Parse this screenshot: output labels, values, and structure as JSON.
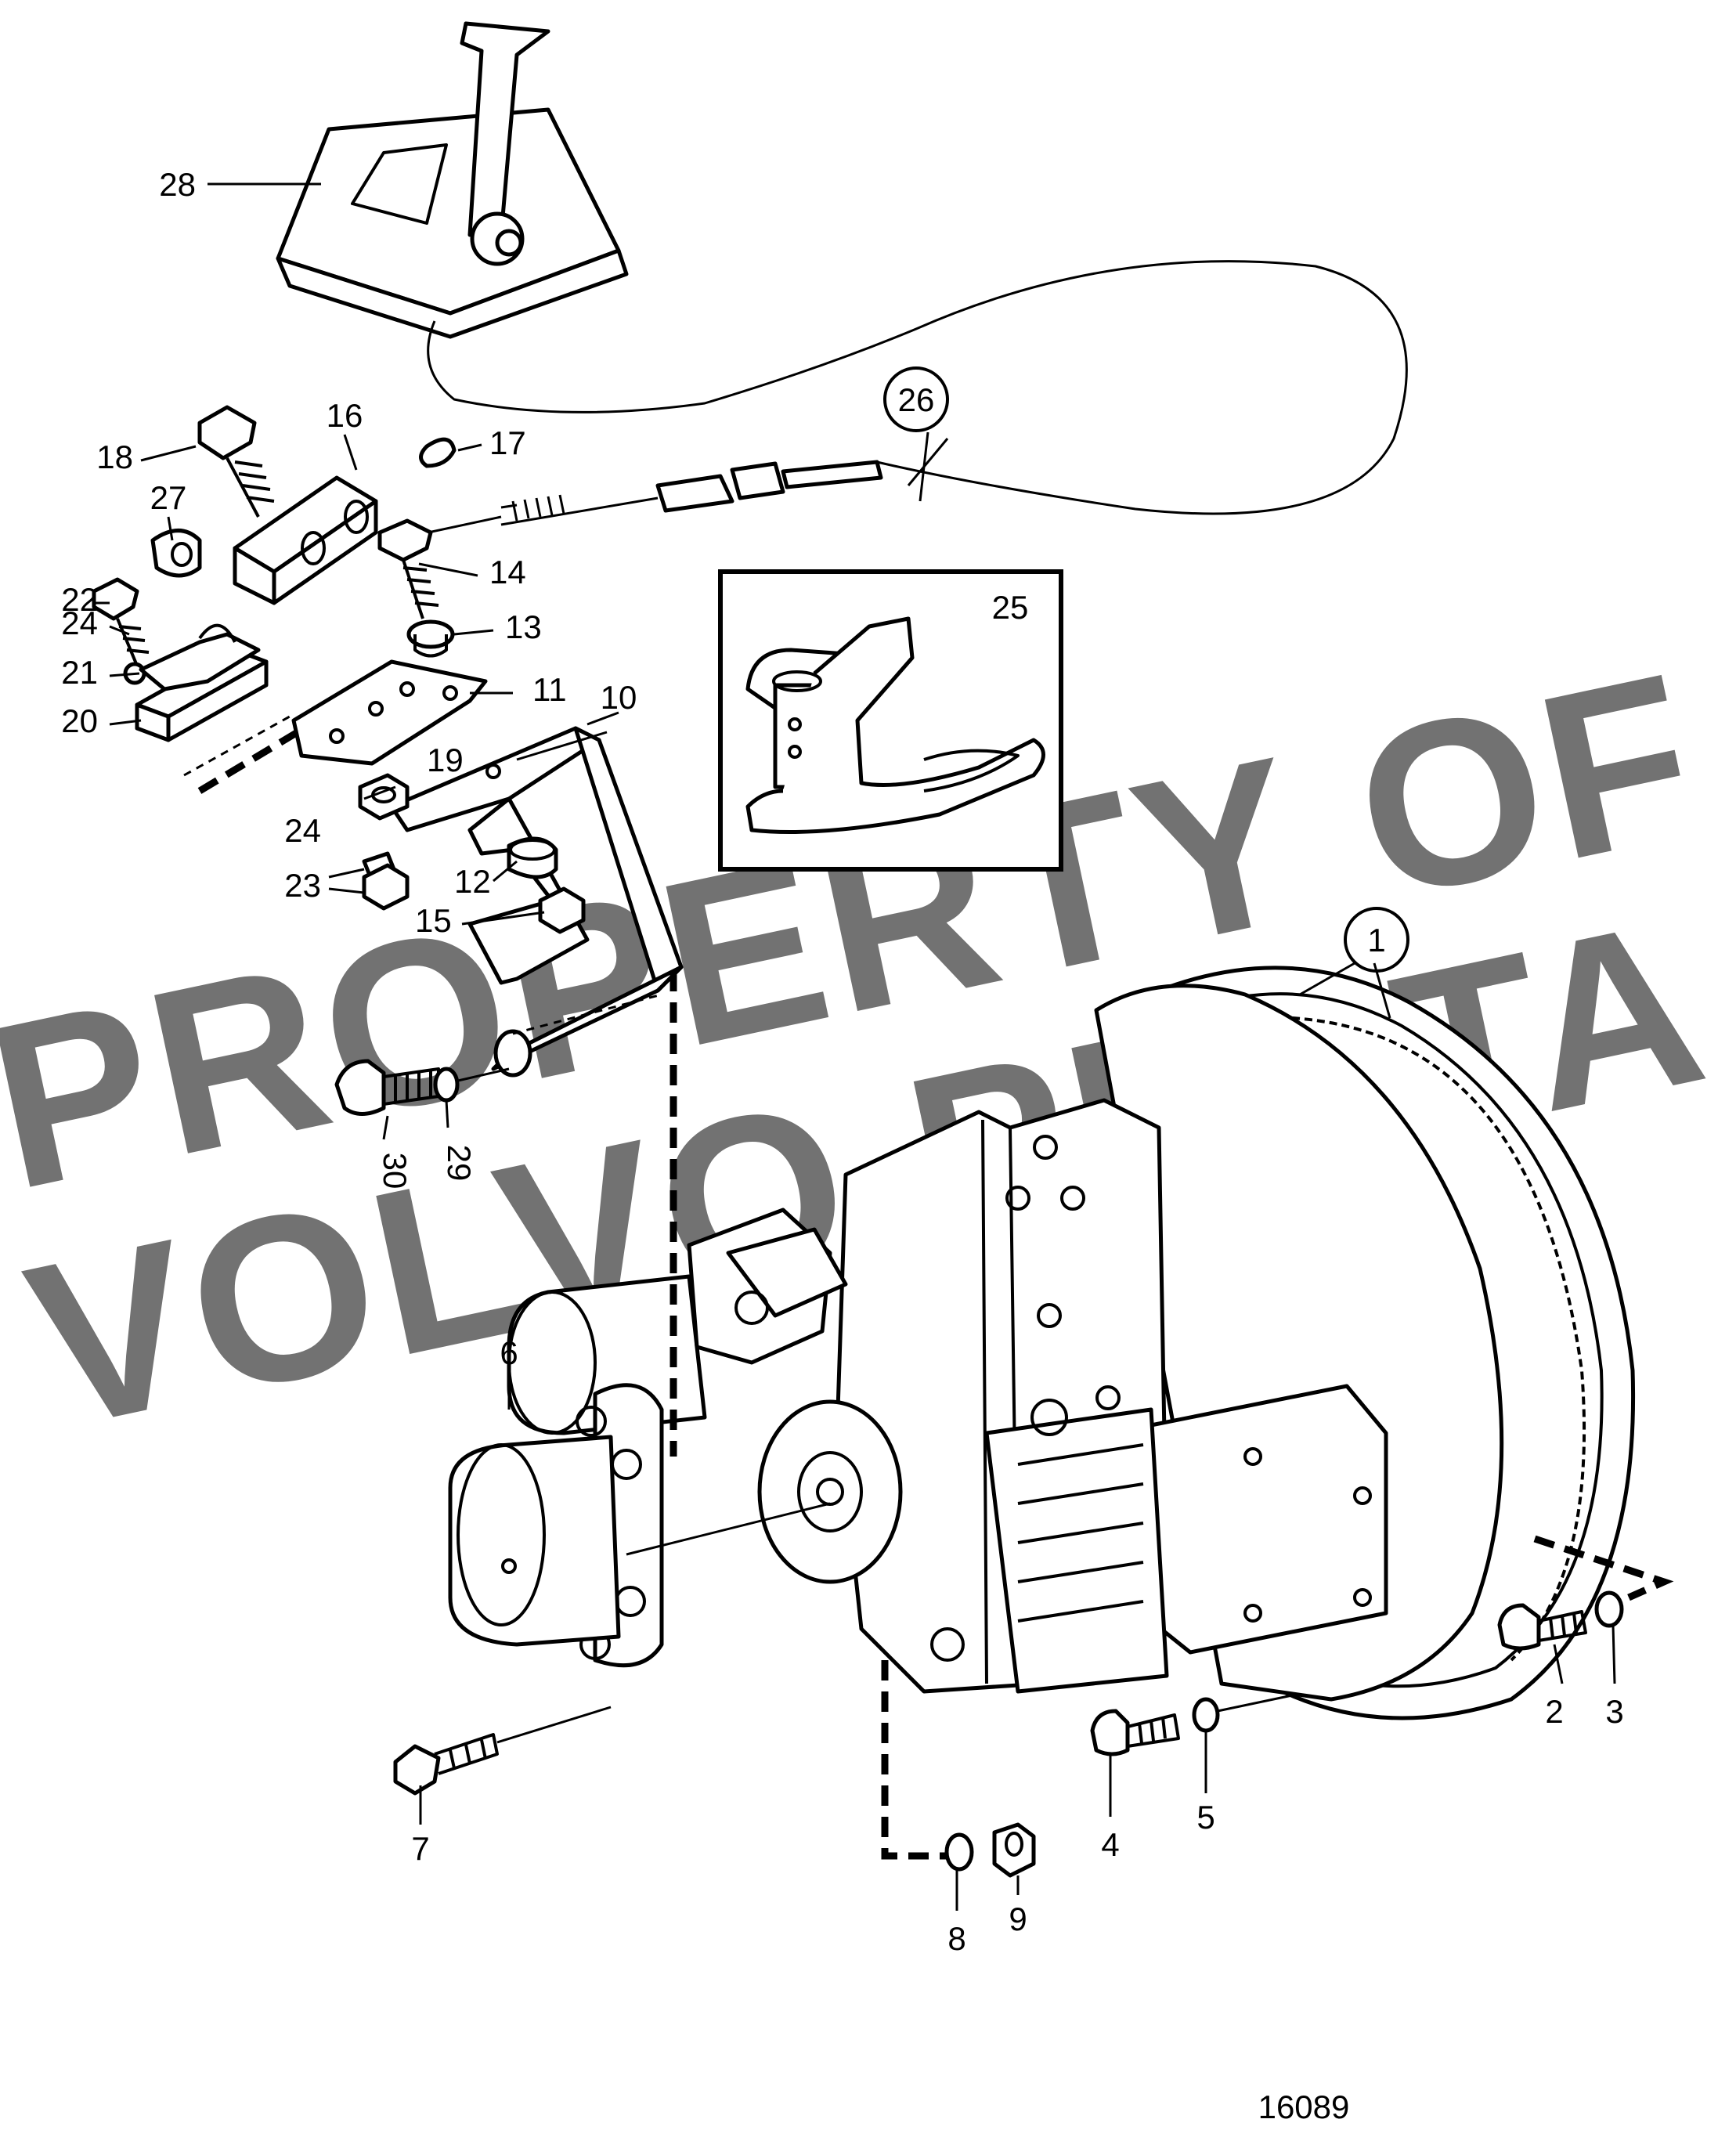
{
  "watermark": {
    "line1": "PROPERTY OF",
    "line2": "VOLVO PENTA"
  },
  "drawing_number": "16089",
  "callouts": [
    "1",
    "2",
    "3",
    "4",
    "5",
    "6",
    "7",
    "8",
    "9",
    "10",
    "11",
    "12",
    "13",
    "14",
    "15",
    "16",
    "17",
    "18",
    "19",
    "20",
    "21",
    "22",
    "23",
    "24",
    "24",
    "25",
    "26",
    "27",
    "28",
    "29",
    "30"
  ]
}
